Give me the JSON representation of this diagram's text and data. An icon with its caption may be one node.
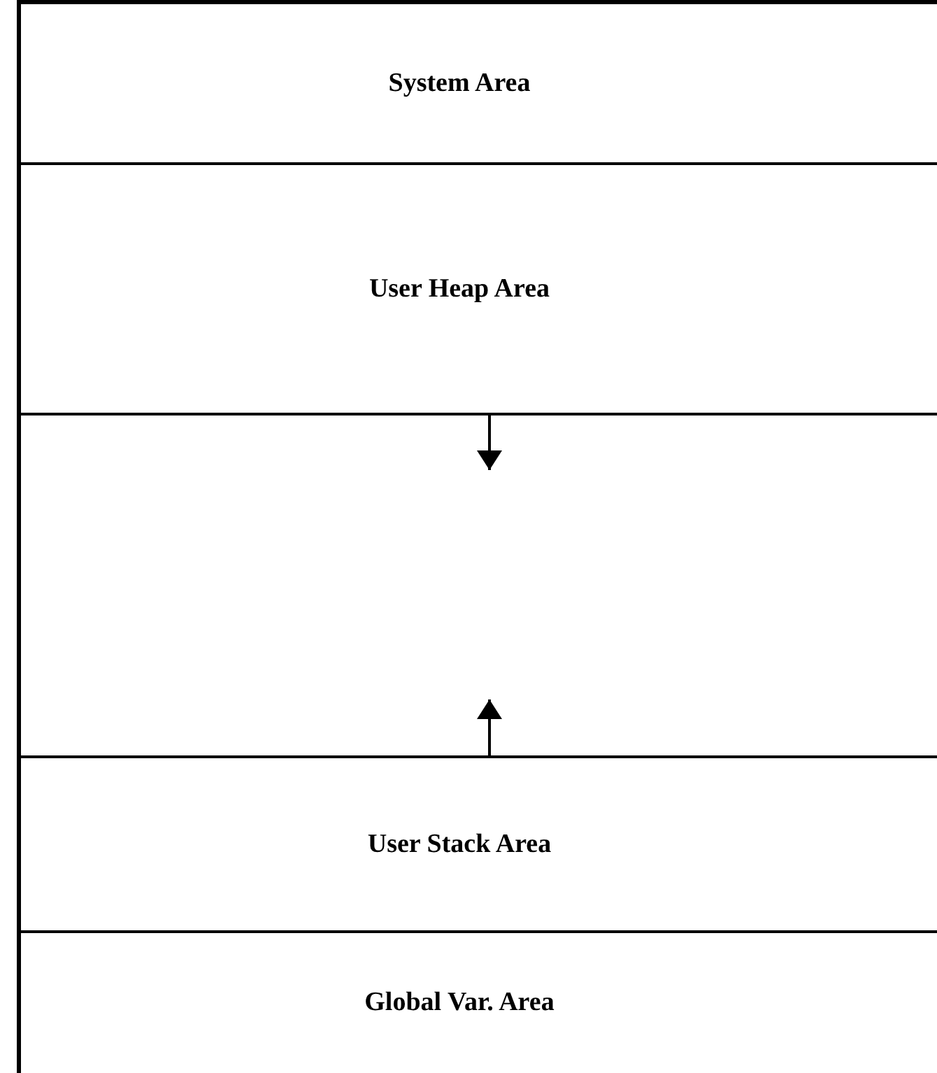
{
  "diagram": {
    "nodes": [
      {
        "text": [
          "System Area"
        ]
      },
      {
        "text": [
          "User Heap Area"
        ]
      },
      {
        "text": [],
        "shape": "box"
      },
      {
        "text": [
          "User Stack Area"
        ]
      },
      {
        "text": [
          "Global Var. Area"
        ]
      }
    ],
    "edges": [
      {
        "from": 1,
        "to": 2,
        "arrow": "to"
      },
      {
        "from": 3,
        "to": 2,
        "arrow": "to"
      }
    ]
  }
}
